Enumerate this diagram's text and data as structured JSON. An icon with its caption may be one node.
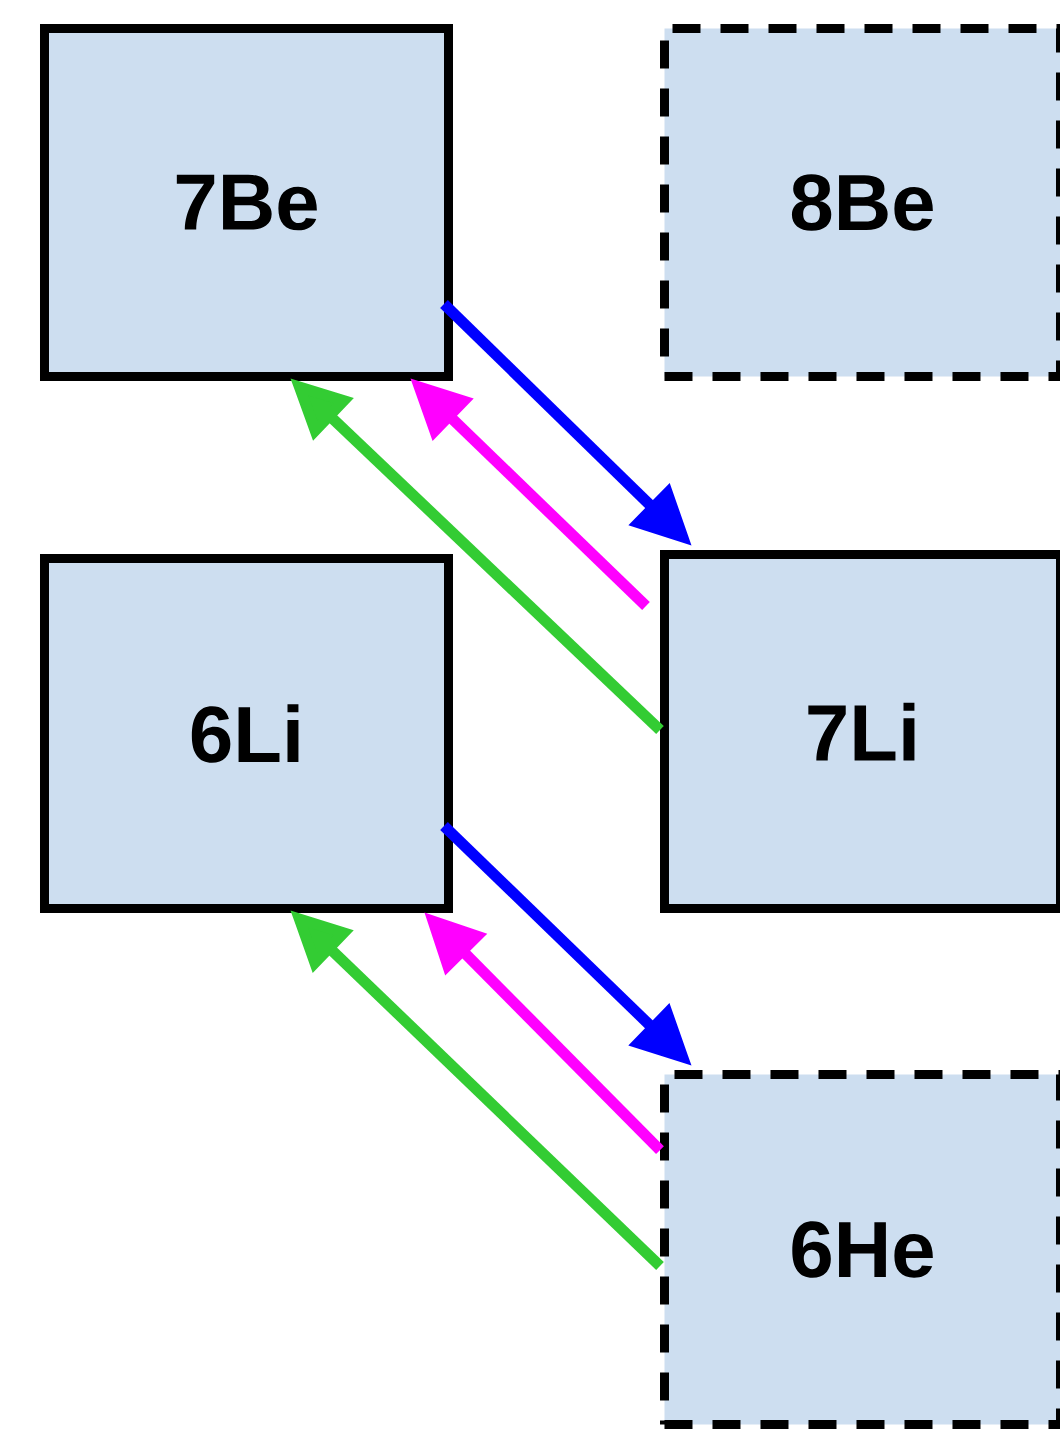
{
  "diagram": {
    "nodes": [
      {
        "text": [
          "7Be"
        ]
      },
      {
        "text": [
          "8Be"
        ]
      },
      {
        "text": [
          "6Li"
        ]
      },
      {
        "text": [
          "7Li"
        ]
      },
      {
        "text": [
          "6He"
        ]
      }
    ],
    "edges": [
      {
        "from": 0,
        "to": 3,
        "arrow": "to",
        "color": "#0000ff"
      },
      {
        "from": 3,
        "to": 0,
        "arrow": "to",
        "color": "#ff00ff"
      },
      {
        "from": 3,
        "to": 0,
        "arrow": "to",
        "color": "#33cc33"
      },
      {
        "from": 2,
        "to": 4,
        "arrow": "to",
        "color": "#0000ff"
      },
      {
        "from": 4,
        "to": 2,
        "arrow": "to",
        "color": "#ff00ff"
      },
      {
        "from": 4,
        "to": 2,
        "arrow": "to",
        "color": "#33cc33"
      }
    ]
  }
}
